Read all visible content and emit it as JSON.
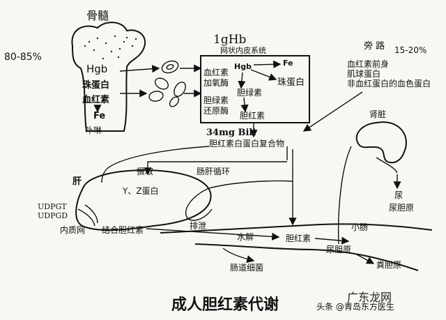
{
  "labels": {
    "bone_marrow": "骨髓",
    "percent_main": "80-85%",
    "hgb_bone": "Hgb",
    "globin_bone": "珠蛋白",
    "heme_bone": "血红素",
    "fe_bone": "Fe",
    "porphyrin": "卟啉",
    "one_g_hb": "1gHb",
    "res": "网状内皮系统",
    "hgb_res": "Hgb",
    "fe_res": "Fe",
    "heme_res": "血红素",
    "globin_res": "珠蛋白",
    "heme_oxygenase": "加氧酶",
    "biliverdin": "胆绿素",
    "biliverdin2": "胆绿素",
    "reductase": "还原酶",
    "bilirubin_res": "胆红素",
    "bili_34": "34mg Bili",
    "bili_albumin": "胆红素白蛋白复合物",
    "shunt": "旁 路",
    "shunt_pct": "15-20%",
    "shunt_1": "血红素前身",
    "shunt_2": "肌球蛋白",
    "shunt_3": "非血红蛋白的血色蛋白",
    "kidney": "肾脏",
    "uptake": "摄取",
    "enterohepatic": "肠肝循环",
    "liver": "肝",
    "yz_protein": "Y、Z蛋白",
    "udpgt": "UDPGT",
    "udpgd": "UDPGD",
    "er": "内质网",
    "conj_bili": "结合胆红素",
    "excretion": "排泄",
    "hydrolysis": "水解",
    "bilirubin_gut": "胆红素",
    "small_intestine": "小肠",
    "urobilinogen_gut": "尿胆原",
    "gut_bacteria": "肠道细菌",
    "urine": "尿",
    "urobilinogen_urine": "尿胆原",
    "stercobilinogen": "粪胆原",
    "title": "成人胆红素代谢",
    "watermark": "头条 @青岛东方医生",
    "watermark_logo": "广东龙网"
  }
}
